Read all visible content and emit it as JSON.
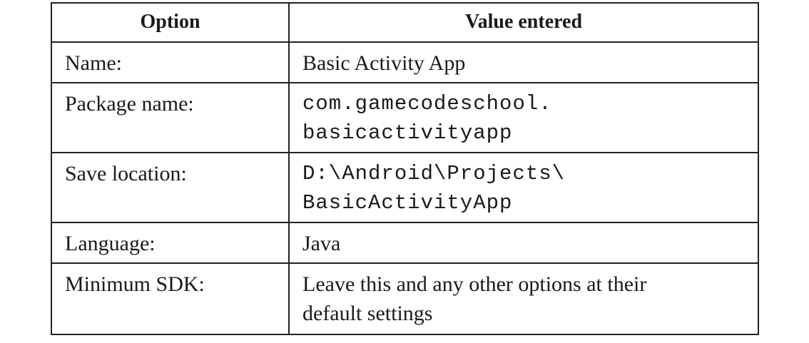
{
  "table": {
    "headers": {
      "option": "Option",
      "value": "Value entered"
    },
    "rows": [
      {
        "option": "Name:",
        "value_lines": [
          "Basic Activity App"
        ],
        "mono": false
      },
      {
        "option": "Package name:",
        "value_lines": [
          "com.gamecodeschool.",
          "basicactivityapp"
        ],
        "mono": true
      },
      {
        "option": "Save location:",
        "value_lines": [
          "D:\\Android\\Projects\\",
          "BasicActivityApp"
        ],
        "mono": true
      },
      {
        "option": "Language:",
        "value_lines": [
          "Java"
        ],
        "mono": false
      },
      {
        "option": "Minimum SDK:",
        "value_lines": [
          "Leave this and any other options at their",
          "default settings"
        ],
        "mono": false
      }
    ]
  }
}
